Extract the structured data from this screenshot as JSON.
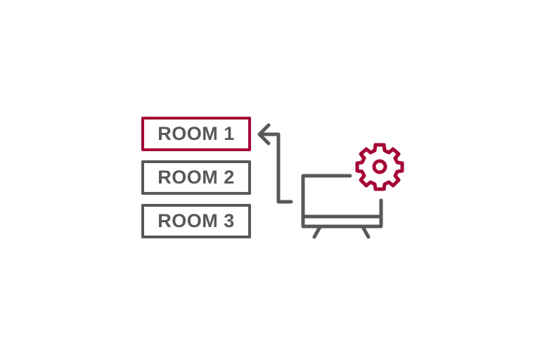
{
  "colors": {
    "accent": "#a50034",
    "stroke": "#58585a",
    "background": "#ffffff"
  },
  "rooms": [
    {
      "label": "ROOM 1",
      "active": true
    },
    {
      "label": "ROOM 2",
      "active": false
    },
    {
      "label": "ROOM 3",
      "active": false
    }
  ],
  "icons": {
    "arrow": "arrow-up-left-icon",
    "tv": "tv-icon",
    "gear": "gear-icon"
  }
}
